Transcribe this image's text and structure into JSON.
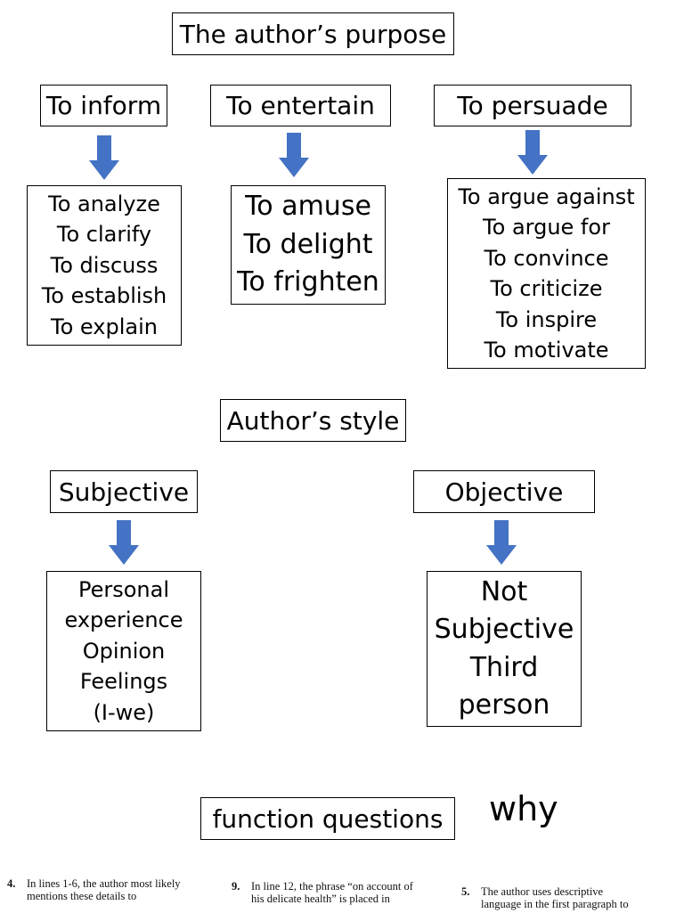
{
  "purpose": {
    "title": "The author’s purpose",
    "categories": [
      {
        "label": "To inform",
        "items": [
          "To analyze",
          "To clarify",
          "To discuss",
          "To establish",
          "To explain"
        ]
      },
      {
        "label": "To entertain",
        "items": [
          "To amuse",
          "To delight",
          "To frighten"
        ]
      },
      {
        "label": "To persuade",
        "items": [
          "To argue against",
          "To argue for",
          "To convince",
          "To criticize",
          "To inspire",
          "To motivate"
        ]
      }
    ]
  },
  "style": {
    "title": "Author’s style",
    "categories": [
      {
        "label": "Subjective",
        "items": [
          "Personal",
          "experience",
          "Opinion",
          "Feelings",
          "(I-we)"
        ]
      },
      {
        "label": "Objective",
        "items": [
          "Not",
          "Subjective",
          "Third",
          "person"
        ]
      }
    ]
  },
  "function": {
    "title": "function questions",
    "note": "why"
  },
  "questions": [
    {
      "number": "4.",
      "line1": "In lines 1-6, the author most likely",
      "line2": "mentions these details to"
    },
    {
      "number": "9.",
      "line1": "In line 12, the phrase “on account of",
      "line2": "his delicate health” is placed in"
    },
    {
      "number": "5.",
      "line1": "The author uses descriptive",
      "line2": "language in the first paragraph to"
    }
  ],
  "colors": {
    "arrow": "#4472c4",
    "border": "#000000"
  }
}
